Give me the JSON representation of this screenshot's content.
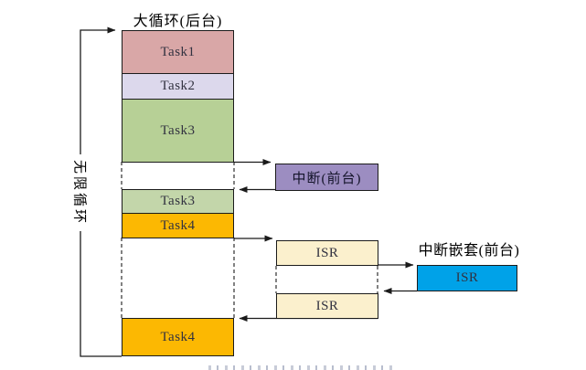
{
  "diagram": {
    "title": "大循环(后台)",
    "loop_label": "无限循环",
    "nested_label": "中断嵌套(前台)",
    "boxes": {
      "task1": {
        "label": "Task1",
        "color": "#d9a7a7"
      },
      "task2": {
        "label": "Task2",
        "color": "#dcd8ec"
      },
      "task3a": {
        "label": "Task3",
        "color": "#b7d096"
      },
      "task3b": {
        "label": "Task3",
        "color": "#c3d6aa"
      },
      "task4a": {
        "label": "Task4",
        "color": "#fcb802"
      },
      "task4b": {
        "label": "Task4",
        "color": "#fcb802"
      },
      "interrupt": {
        "label": "中断(前台)",
        "color": "#9c8dc1"
      },
      "isr1": {
        "label": "ISR",
        "color": "#fbf0cd"
      },
      "isr2": {
        "label": "ISR",
        "color": "#fbf0cd"
      },
      "isr_nested": {
        "label": "ISR",
        "color": "#00a2e8"
      }
    },
    "line_color": "#1b1b1b"
  }
}
